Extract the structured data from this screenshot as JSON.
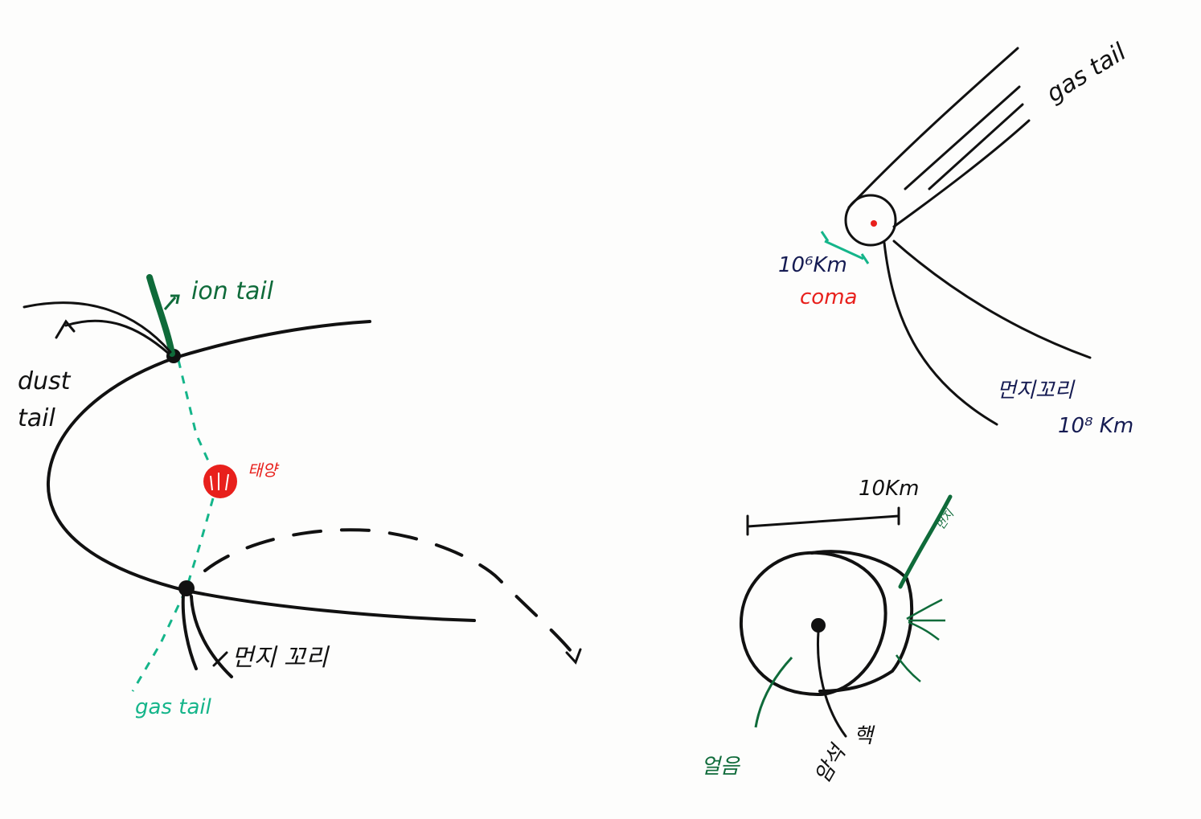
{
  "orbit_diagram": {
    "ion_tail_label": "ion tail",
    "dust_tail_label_line1": "dust",
    "dust_tail_label_line2": "tail",
    "sun_label": "태양",
    "dust_tail_kr_label": "먼지 꼬리",
    "gas_tail_label": "gas tail"
  },
  "comet_structure": {
    "gas_tail_label": "gas tail",
    "coma_size_label": "10⁶Km",
    "coma_label": "coma",
    "dust_tail_kr_label": "먼지꼬리",
    "dust_tail_size_label": "10⁸ Km"
  },
  "nucleus_diagram": {
    "scale_label": "10Km",
    "dust_label": "먼지",
    "ice_label": "얼음",
    "nucleus_label": "핵",
    "rock_label": "암석"
  },
  "colors": {
    "ink_black": "#111111",
    "ink_red": "#e8201c",
    "ink_green": "#0f6b3a",
    "ink_teal": "#15b58a",
    "ink_navy": "#151b52"
  }
}
